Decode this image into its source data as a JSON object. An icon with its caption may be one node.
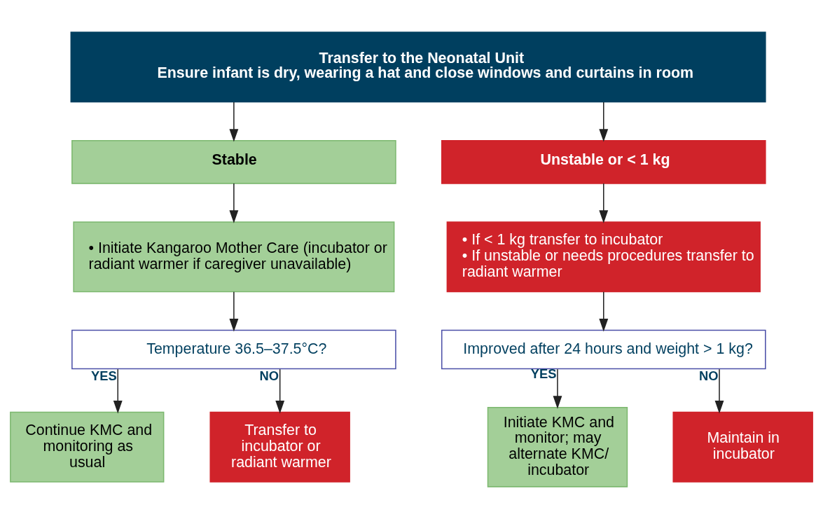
{
  "diagram": {
    "nodes": [
      {
        "text": [
          "Transfer to the Neonatal Unit",
          "Ensure infant is dry, wearing a hat and close windows and curtains in room"
        ]
      },
      {
        "text": [
          "Stable"
        ]
      },
      {
        "text": [
          "Unstable or < 1 kg"
        ]
      },
      {
        "text": [
          "• Initiate Kangaroo Mother Care (incubator or radiant warmer if caregiver unavailable)"
        ]
      },
      {
        "text": [
          "• If < 1 kg transfer to incubator",
          "• If unstable or needs procedures transfer to radiant warmer"
        ]
      },
      {
        "text": [
          "Temperature 36.5–37.5°C?"
        ]
      },
      {
        "text": [
          "Improved after 24 hours and weight > 1 kg?"
        ]
      },
      {
        "text": [
          "Continue KMC and monitoring as usual"
        ]
      },
      {
        "text": [
          "Transfer to incubator or radiant warmer"
        ]
      },
      {
        "text": [
          "Initiate KMC and monitor; may alternate KMC/ incubator"
        ]
      },
      {
        "text": [
          "Maintain in incubator"
        ]
      }
    ],
    "edges": [
      {
        "from": 0,
        "to": 1,
        "arrow": "to"
      },
      {
        "from": 0,
        "to": 2,
        "arrow": "to"
      },
      {
        "from": 1,
        "to": 3,
        "arrow": "to"
      },
      {
        "from": 2,
        "to": 4,
        "arrow": "to"
      },
      {
        "from": 3,
        "to": 5,
        "arrow": "to"
      },
      {
        "from": 4,
        "to": 6,
        "arrow": "to"
      },
      {
        "from": 5,
        "to": 7,
        "arrow": "to",
        "label": "YES"
      },
      {
        "from": 5,
        "to": 8,
        "arrow": "to",
        "label": "NO"
      },
      {
        "from": 6,
        "to": 9,
        "arrow": "to",
        "label": "YES"
      },
      {
        "from": 6,
        "to": 10,
        "arrow": "to",
        "label": "NO"
      }
    ]
  }
}
